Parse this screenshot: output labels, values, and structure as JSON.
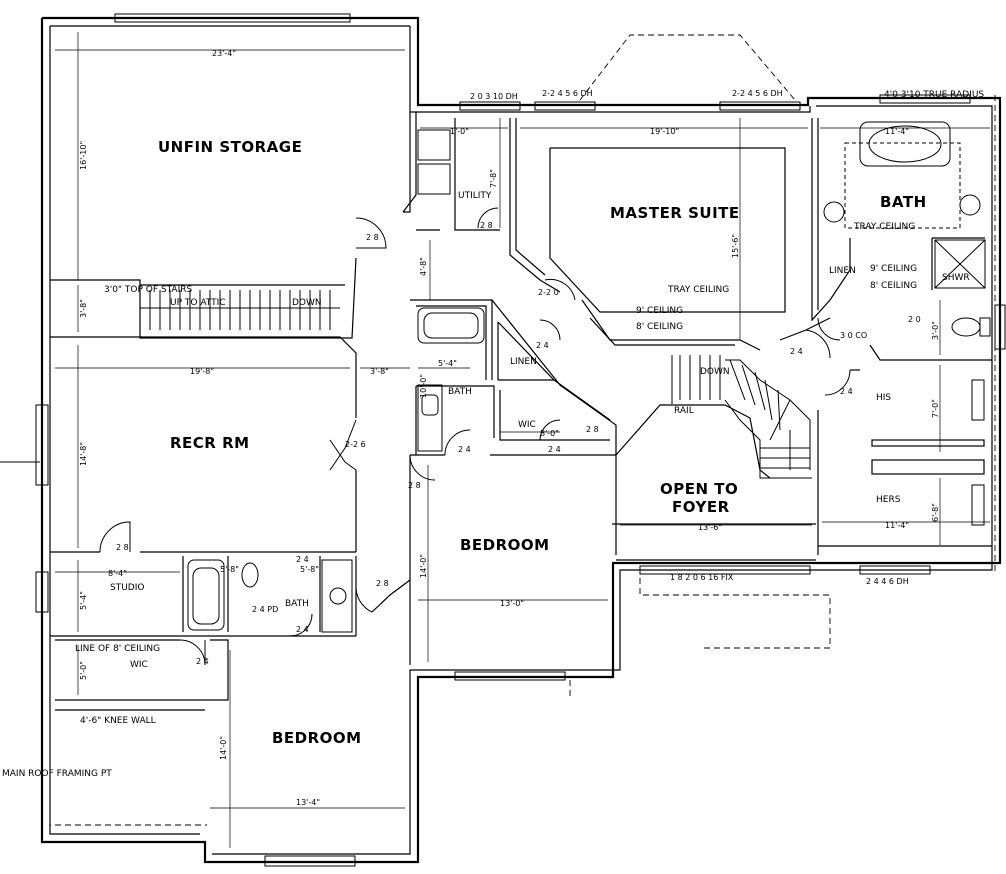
{
  "rooms": {
    "unfin_storage": "UNFIN STORAGE",
    "master_suite": "MASTER SUITE",
    "bath_master": "BATH",
    "recr_rm": "RECR RM",
    "open_to": "OPEN TO",
    "foyer": "FOYER",
    "bedroom_center": "BEDROOM",
    "bedroom_lower": "BEDROOM"
  },
  "labels": {
    "utility": "UTILITY",
    "linen_center": "LINEN",
    "bath_center": "BATH",
    "wic_center": "WIC",
    "studio": "STUDIO",
    "bath_small": "BATH",
    "wic_left": "WIC",
    "line_ceiling": "LINE OF 8' CEILING",
    "knee_wall": "4'-6\" KNEE WALL",
    "main_roof": "MAIN ROOF FRAMING PT",
    "top_stairs": "3'0\" TOP OF STAIRS",
    "up_attic": "UP TO ATTIC",
    "down_attic": "DOWN",
    "down_stair": "DOWN",
    "rail": "RAIL",
    "tray_master": "TRAY CEILING",
    "ceil9_master": "9' CEILING",
    "ceil8_master": "8' CEILING",
    "tray_bath": "TRAY CEILING",
    "ceil9_bath": "9' CEILING",
    "ceil8_bath": "8' CEILING",
    "linen_bath": "LINEN",
    "shwr": "SHWR",
    "his": "HIS",
    "hers": "HERS",
    "true_radius": "4'0 3'10 TRUE RADIUS"
  },
  "dims": {
    "d1": "23'-4\"",
    "d2": "16'-10\"",
    "d3": "3'-8\"",
    "d4": "19'-8\"",
    "d5": "3'-8\"",
    "d6": "14'-8\"",
    "d7": "2-2 6",
    "d8": "8'-4\"",
    "d9": "5'-4\"",
    "d10": "5'-8\"",
    "d11": "5'-8\"",
    "d12": "5'-0\"",
    "d13": "14'-0\"",
    "d14": "13'-4\"",
    "d15": "4'-8\"",
    "d16": "1'-0\"",
    "d17": "7'-8\"",
    "d18": "19'-10\"",
    "d19": "15'-6\"",
    "d20": "11'-4\"",
    "d21": "11'-4\"",
    "d22": "13'-6\"",
    "d23": "14'-0\"",
    "d24": "13'-0\"",
    "d25": "7'-0\"",
    "d26": "6'-8\"",
    "d27": "3'-0\"",
    "d28": "5'-4\"",
    "d29": "10'-0\"",
    "d30": "8'-0\""
  },
  "doors": {
    "dr1": "2 8",
    "dr2": "2 8",
    "dr3": "2-2 0",
    "dr4": "2 4",
    "dr5": "2 4",
    "dr6": "2 4",
    "dr7": "2 8",
    "dr8": "2 4",
    "dr9": "2 8",
    "dr10": "2 4",
    "dr11": "2 4",
    "dr12": "2 4",
    "dr13": "3 0 CO",
    "dr14": "2 0",
    "dr15": "2 4",
    "dr16": "2 8",
    "dr17": "2 4 PD",
    "dr18": "2 8"
  },
  "windows": {
    "w1": "2 0 3 10 DH",
    "w2": "2-2 4 5 6 DH",
    "w3": "2-2 4 5 6 DH",
    "w4": "2 4 4 6 DH",
    "w5": "1 8 2 0 6 16 FIX"
  }
}
